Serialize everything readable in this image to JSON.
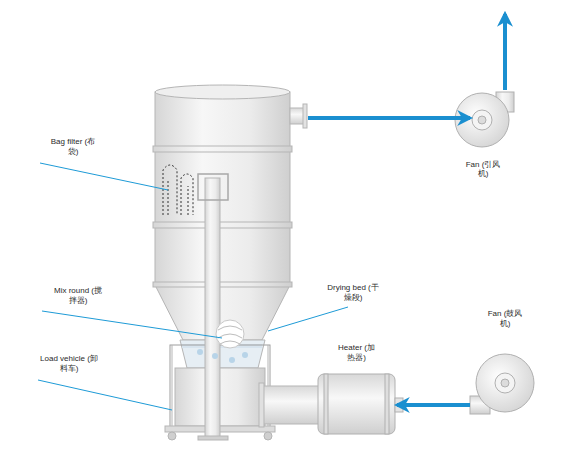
{
  "diagram": {
    "nodes": [
      {
        "text": [
          "Fan (引风机)"
        ]
      },
      {
        "text": [
          "Fan (鼓风机)"
        ]
      },
      {
        "text": [
          "Heater (加热器)"
        ]
      }
    ],
    "edges": [
      {
        "from": 1,
        "to": 2,
        "arrow": "to"
      }
    ],
    "labels": [
      "Bag filter (布袋)",
      "Mix round (搅拌器)",
      "Load vehicle (卸料车)",
      "Drying bed (干燥段)"
    ]
  }
}
